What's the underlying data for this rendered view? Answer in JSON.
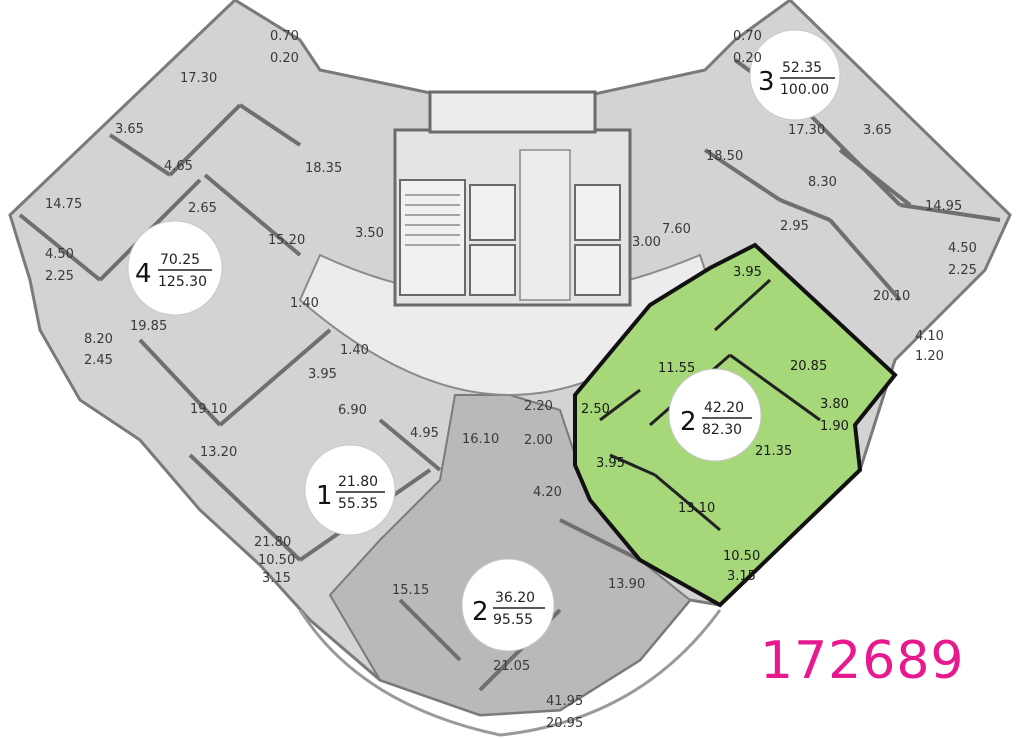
{
  "listing_id": "172689",
  "colors": {
    "building_fill": "#d3d3d3",
    "corridor_fill": "#ececec",
    "wall": "#707070",
    "highlight_fill": "#a6d87a",
    "highlight_border": "#111111",
    "other_flat_fill": "#b9b9b9",
    "listing_text": "#e8188f"
  },
  "apartments": [
    {
      "rooms": "4",
      "living_area": "70.25",
      "total_area": "125.30"
    },
    {
      "rooms": "3",
      "living_area": "52.35",
      "total_area": "100.00"
    },
    {
      "rooms": "1",
      "living_area": "21.80",
      "total_area": "55.35"
    },
    {
      "rooms": "2",
      "living_area": "36.20",
      "total_area": "95.55"
    },
    {
      "rooms": "2",
      "living_area": "42.20",
      "total_area": "82.30",
      "highlighted": true
    }
  ],
  "room_labels": [
    "0.70",
    "0.20",
    "17.30",
    "3.65",
    "4.65",
    "18.35",
    "14.75",
    "2.65",
    "15.20",
    "3.50",
    "4.50",
    "2.25",
    "1.40",
    "19.85",
    "8.20",
    "2.45",
    "1.40",
    "3.95",
    "6.90",
    "19.10",
    "4.95",
    "13.20",
    "21.80",
    "10.50",
    "3.15",
    "16.10",
    "2.20",
    "2.00",
    "4.20",
    "15.15",
    "13.90",
    "21.05",
    "41.95",
    "20.95",
    "0.70",
    "0.20",
    "17.30",
    "3.65",
    "18.50",
    "8.30",
    "14.95",
    "7.60",
    "3.00",
    "2.95",
    "4.50",
    "2.25",
    "20.10",
    "4.10",
    "1.20",
    "3.95",
    "11.55",
    "20.85",
    "2.50",
    "3.80",
    "1.90",
    "21.35",
    "3.95",
    "13.10",
    "10.50",
    "3.15"
  ]
}
